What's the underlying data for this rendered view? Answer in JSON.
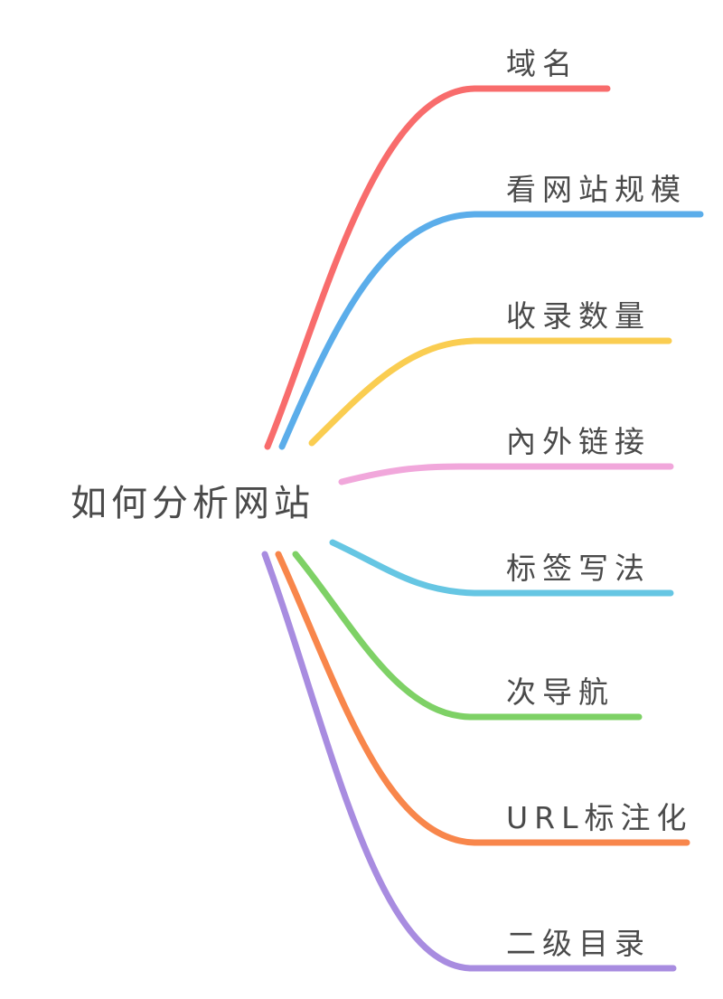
{
  "canvas": {
    "background": "#ffffff",
    "text_color": "#4a4a4a"
  },
  "central": {
    "label": "如何分析网站"
  },
  "branches": [
    {
      "label": "域名",
      "color": "#f86c6c"
    },
    {
      "label": "看网站规模",
      "color": "#5badea"
    },
    {
      "label": "收录数量",
      "color": "#facd51"
    },
    {
      "label": "內外链接",
      "color": "#f1a7db"
    },
    {
      "label": "标签写法",
      "color": "#66c6e3"
    },
    {
      "label": "次导航",
      "color": "#7ed166"
    },
    {
      "label": "URL标注化",
      "color": "#f8864b"
    },
    {
      "label": "二级目录",
      "color": "#a88ce0"
    }
  ]
}
